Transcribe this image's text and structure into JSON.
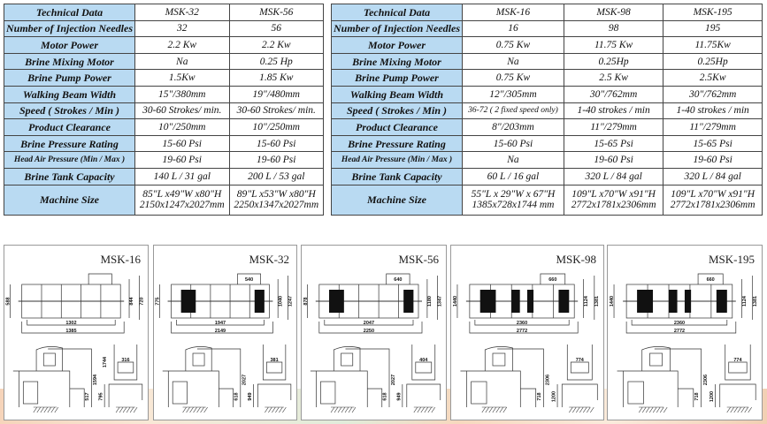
{
  "table_left": {
    "header": [
      "Technical Data",
      "MSK-32",
      "MSK-56"
    ],
    "rows": [
      [
        "Number of Injection Needles",
        "32",
        "56"
      ],
      [
        "Motor Power",
        "2.2 Kw",
        "2.2 Kw"
      ],
      [
        "Brine Mixing Motor",
        "Na",
        "0.25 Hp"
      ],
      [
        "Brine Pump Power",
        "1.5Kw",
        "1.85 Kw"
      ],
      [
        "Walking Beam Width",
        "15\"/380mm",
        "19\"/480mm"
      ],
      [
        "Speed   ( Strokes / Min )",
        "30-60 Strokes/ min.",
        "30-60 Strokes/ min."
      ],
      [
        "Product Clearance",
        "10\"/250mm",
        "10\"/250mm"
      ],
      [
        "Brine Pressure Rating",
        "15-60 Psi",
        "15-60 Psi"
      ],
      [
        "Head Air Pressure (Min / Max )",
        "19-60 Psi",
        "19-60 Psi"
      ],
      [
        "Brine Tank Capacity",
        "140 L / 31 gal",
        "200 L / 53 gal"
      ]
    ],
    "size_row": {
      "label": "Machine Size",
      "values": [
        [
          "85\"L x49\"W x80\"H",
          "2150x1247x2027mm"
        ],
        [
          "89\"L x53\"W x80\"H",
          "2250x1347x2027mm"
        ]
      ]
    }
  },
  "table_right": {
    "header": [
      "Technical Data",
      "MSK-16",
      "MSK-98",
      "MSK-195"
    ],
    "rows": [
      [
        "Number of Injection Needles",
        "16",
        "98",
        "195"
      ],
      [
        "Motor Power",
        "0.75 Kw",
        "11.75 Kw",
        "11.75Kw"
      ],
      [
        "Brine Mixing Motor",
        "Na",
        "0.25Hp",
        "0.25Hp"
      ],
      [
        "Brine Pump Power",
        "0.75 Kw",
        "2.5 Kw",
        "2.5Kw"
      ],
      [
        "Walking Beam Width",
        "12\"/305mm",
        "30\"/762mm",
        "30\"/762mm"
      ],
      [
        "Speed   ( Strokes / Min )",
        "36-72 ( 2 fixed speed only)",
        "1-40  strokes / min",
        "1-40  strokes / min"
      ],
      [
        "Product Clearance",
        "8\"/203mm",
        "11\"/279mm",
        "11\"/279mm"
      ],
      [
        "Brine Pressure Rating",
        "15-60 Psi",
        "15-65 Psi",
        "15-65 Psi"
      ],
      [
        "Head Air Pressure (Min / Max )",
        "Na",
        "19-60 Psi",
        "19-60 Psi"
      ],
      [
        "Brine Tank Capacity",
        "60 L / 16 gal",
        "320 L / 84 gal",
        "320 L / 84 gal"
      ]
    ],
    "size_row": {
      "label": "Machine Size",
      "values": [
        [
          "55\"L x 29\"W x 67\"H",
          "1385x728x1744 mm"
        ],
        [
          "109\"L x70\"W x91\"H",
          "2772x1781x2306mm"
        ],
        [
          "109\"L x70\"W x91\"H",
          "2772x1781x2306mm"
        ]
      ]
    }
  },
  "drawings": [
    {
      "title": "MSK-16",
      "dark": 0,
      "dims": {
        "top_a": "",
        "top_h_left": "588",
        "top_h_r1": "844",
        "top_h_r2": "720",
        "top_w1": "1302",
        "top_w2": "1385",
        "front_h": "1594",
        "front_h2": "1744",
        "front_low": "517",
        "side_w": "316",
        "side_h": "795"
      }
    },
    {
      "title": "MSK-32",
      "dark": 2,
      "dims": {
        "top_a": "540",
        "top_h_left": "775",
        "top_h_r1": "1040",
        "top_h_r2": "1247",
        "top_w1": "1947",
        "top_w2": "2149",
        "front_h": "2027",
        "front_h2": "",
        "front_low": "618",
        "side_w": "381",
        "side_h": "949"
      }
    },
    {
      "title": "MSK-56",
      "dark": 2,
      "dims": {
        "top_a": "640",
        "top_h_left": "878",
        "top_h_r1": "1180",
        "top_h_r2": "1347",
        "top_w1": "2047",
        "top_w2": "2250",
        "front_h": "2027",
        "front_h2": "",
        "front_low": "618",
        "side_w": "404",
        "side_h": "949"
      }
    },
    {
      "title": "MSK-98",
      "dark": 4,
      "dims": {
        "top_a": "660",
        "top_h_left": "1440",
        "top_h_r1": "1124",
        "top_h_r2": "1381",
        "top_w1": "2360",
        "top_w2": "2772",
        "front_h": "2306",
        "front_h2": "",
        "front_low": "718",
        "side_w": "774",
        "side_h": "1200"
      }
    },
    {
      "title": "MSK-195",
      "dark": 4,
      "dims": {
        "top_a": "660",
        "top_h_left": "1440",
        "top_h_r1": "1124",
        "top_h_r2": "1381",
        "top_w1": "2360",
        "top_w2": "2772",
        "front_h": "2306",
        "front_h2": "",
        "front_low": "718",
        "side_w": "774",
        "side_h": "1200"
      }
    }
  ]
}
